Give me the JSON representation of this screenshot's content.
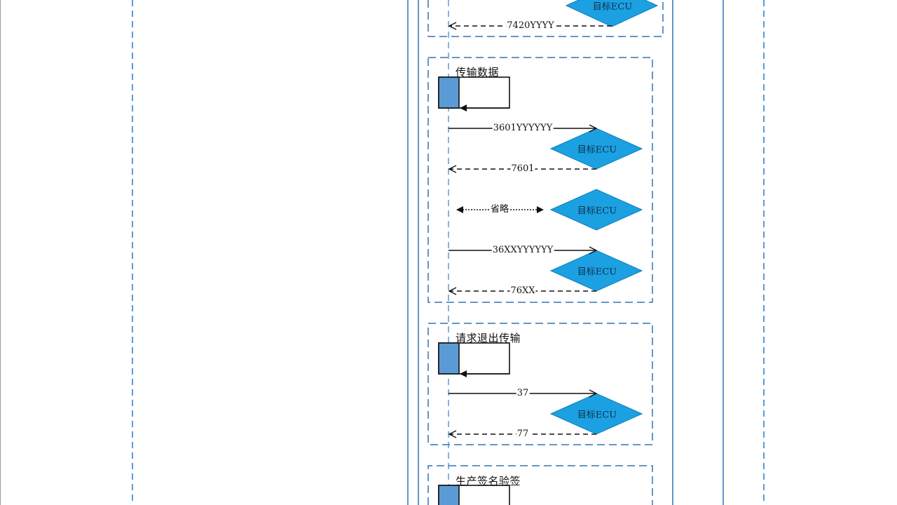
{
  "frames": [
    {
      "title": "",
      "messages": [
        {
          "kind": "response",
          "label": "7420YYYY"
        }
      ]
    },
    {
      "title": "传输数据",
      "messages": [
        {
          "kind": "request",
          "label": "3601YYYYYY"
        },
        {
          "kind": "response",
          "label": "7601"
        },
        {
          "kind": "omitted",
          "label": "省略"
        },
        {
          "kind": "request",
          "label": "36XXYYYYYY"
        },
        {
          "kind": "response",
          "label": "76XX"
        }
      ]
    },
    {
      "title": "请求退出传输",
      "messages": [
        {
          "kind": "request",
          "label": "37"
        },
        {
          "kind": "response",
          "label": "77"
        }
      ]
    },
    {
      "title": "生产签名验签",
      "messages": []
    }
  ],
  "ecu_label": "目标ECU",
  "colors": {
    "lifeline": "#5b9bd5",
    "frame_border": "#2e75b6",
    "diamond_fill": "#1ba1e2",
    "activation_fill": "#5b9bd5",
    "arrow": "#111111"
  }
}
